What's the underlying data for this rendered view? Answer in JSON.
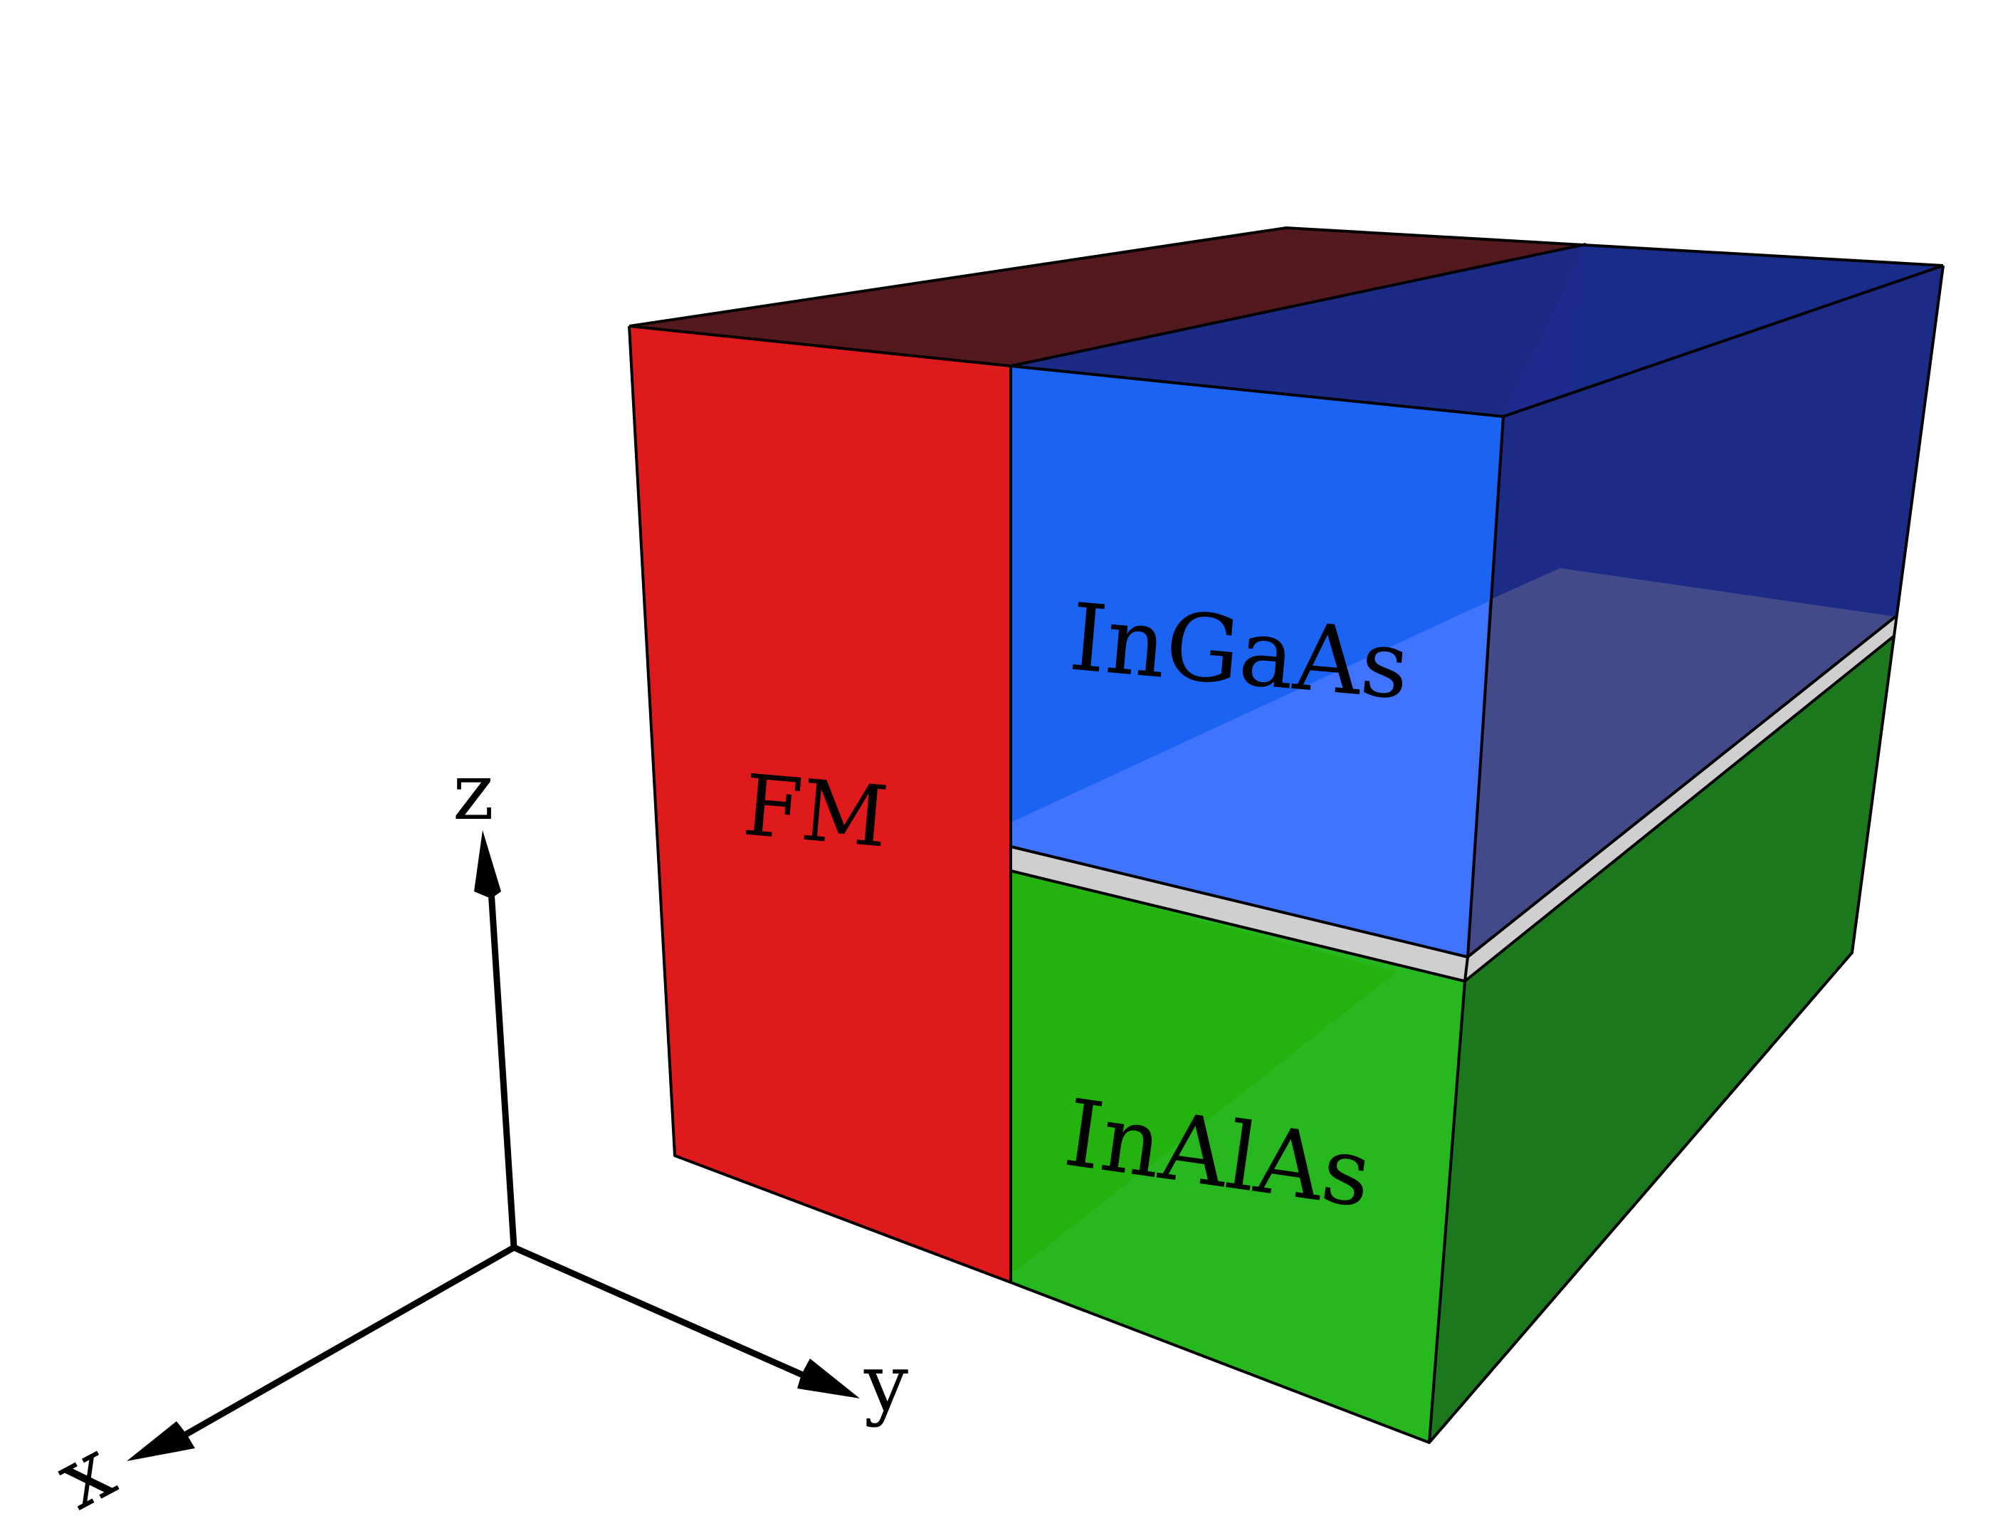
{
  "layers": {
    "fm": {
      "label": "FM",
      "color": "#df1a1d"
    },
    "ingaas": {
      "label": "InGaAs",
      "color": "#1b63f2"
    },
    "barrier": {
      "label": "",
      "color": "#cfcfcf"
    },
    "inalas": {
      "label": "InAlAs",
      "color": "#27b71f"
    }
  },
  "axes": {
    "x": "x",
    "y": "y",
    "z": "z"
  }
}
